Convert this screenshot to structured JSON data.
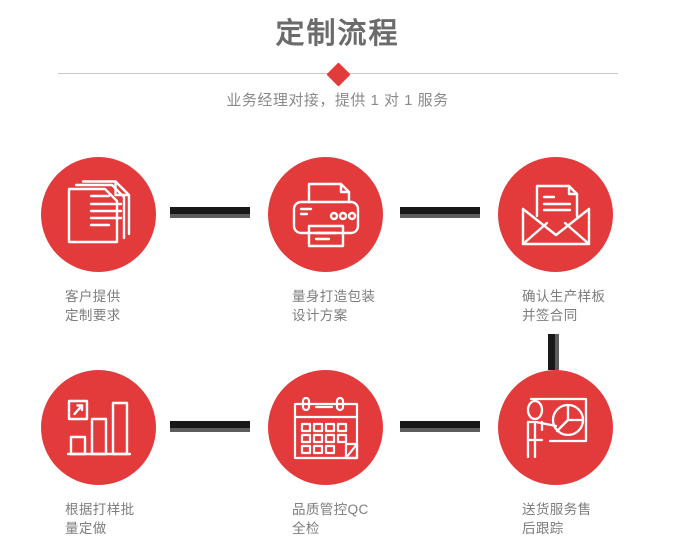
{
  "header": {
    "title": "定制流程",
    "subtitle": "业务经理对接，提供 1 对 1 服务",
    "divider_icon": "diamond-marker"
  },
  "theme": {
    "accent_red": "#e33b3b",
    "title_gray": "#6b6b6b",
    "label_gray": "#7d7d7d",
    "connector_dark": "#181818",
    "connector_shadow": "#5d5d5d",
    "divider_line": "#c9c9c9",
    "background": "#ffffff"
  },
  "steps": [
    {
      "index": 1,
      "icon": "documents-stack-icon",
      "label": "客户提供\n定制要求"
    },
    {
      "index": 2,
      "icon": "printer-icon",
      "label": "量身打造包装\n设计方案"
    },
    {
      "index": 3,
      "icon": "envelope-letter-icon",
      "label": "确认生产样板\n并签合同"
    },
    {
      "index": 4,
      "icon": "bar-chart-growth-icon",
      "label": "根据打样批\n量定做"
    },
    {
      "index": 5,
      "icon": "calendar-icon",
      "label": "品质管控QC\n全检"
    },
    {
      "index": 6,
      "icon": "presentation-pie-chart-icon",
      "label": "送货服务售\n后跟踪"
    }
  ],
  "connectors": [
    {
      "name": "step1-to-step2",
      "orientation": "horizontal"
    },
    {
      "name": "step2-to-step3",
      "orientation": "horizontal"
    },
    {
      "name": "step3-to-step4",
      "orientation": "vertical"
    },
    {
      "name": "step4-to-step5",
      "orientation": "horizontal"
    },
    {
      "name": "step5-to-step6",
      "orientation": "horizontal"
    }
  ]
}
